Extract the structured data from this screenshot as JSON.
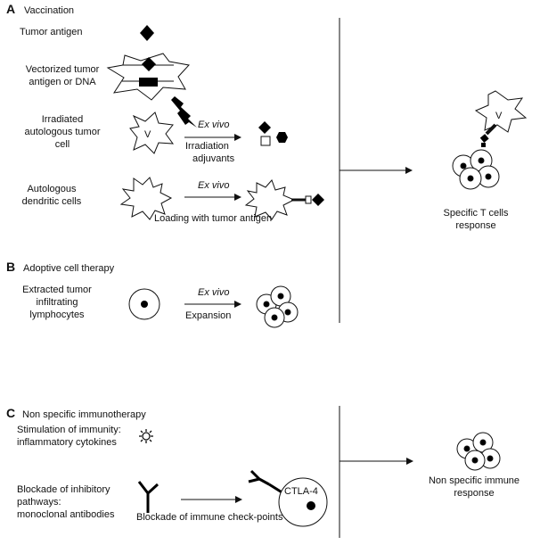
{
  "sections": {
    "a": {
      "letter": "A",
      "title": "Vaccination"
    },
    "b": {
      "letter": "B",
      "title": "Adoptive cell therapy"
    },
    "c": {
      "letter": "C",
      "title": "Non specific immunotherapy"
    }
  },
  "labels": {
    "tumor_antigen": "Tumor antigen",
    "vectorized_1": "Vectorized tumor",
    "vectorized_2": "antigen or DNA",
    "irradiated_1": "Irradiated",
    "irradiated_2": "autologous tumor",
    "irradiated_3": "cell",
    "ex_vivo": "Ex vivo",
    "irradiation": "Irradiation",
    "adjuvants": "adjuvants",
    "autologous_1": "Autologous",
    "autologous_2": "dendritic cells",
    "loading": "Loading with tumor antigen",
    "tumor_cell_v": "V",
    "extracted_1": "Extracted tumor",
    "extracted_2": "infiltrating",
    "extracted_3": "lymphocytes",
    "expansion": "Expansion",
    "specific_1": "Specific T cells",
    "specific_2": "response",
    "stimulation_1": "Stimulation of immunity:",
    "stimulation_2": "inflammatory cytokines",
    "blockade_1": "Blockade of inhibitory",
    "blockade_2": "pathways:",
    "blockade_3": "monoclonal antibodies",
    "checkpoints": "Blockade of immune check-points",
    "ctla4": "CTLA-4",
    "nonspecific_1": "Non specific immune",
    "nonspecific_2": "response"
  }
}
